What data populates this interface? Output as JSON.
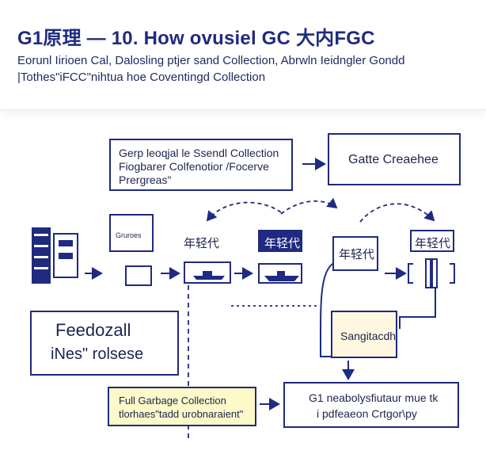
{
  "header": {
    "title": "G1原理 — 10. How ovusiel GC 大内FGC",
    "subtitle_line1": "Eorunl Iirioen Cal, Dalosling ptjer sand Collection, Abrwln Ieidngler Gondd",
    "subtitle_line2": "|Tothes\"iFCC\"nihtua hoe Coventingd Collection"
  },
  "boxes": {
    "top_left_lines": [
      "Gerp leoqjal le Ssendl Collection",
      "Fiogbarer Colfenotior /Focerve",
      "Prergreas\""
    ],
    "top_right": "Gatte Creaehee",
    "monitor_label": "Gruroes",
    "gen_label_1": "年轻代",
    "gen_label_2": "年轻代",
    "gen_label_3": "年轻代",
    "gen_label_4": "年轻代",
    "feedback_title": "Feedozall",
    "feedback_sub": "iNes\" rolsese",
    "sangitacdh": "Sangitacdh",
    "full_gc_lines": [
      "Full Garbage Collection",
      "tlorhaes\"tadd urobnaraient\""
    ],
    "bottom_right_lines": [
      "G1 neabolysfiutaur mue tk",
      "i pdfeaeon Crtgor\\py"
    ]
  },
  "colors": {
    "navy": "#1f2a80",
    "accent_fill": "#1f2a80",
    "highlight_fill": "#fdf9c8",
    "panel_fill": "#fff7e0"
  },
  "icons": [
    "server-rack-icon",
    "monitor-icon",
    "ship-icon",
    "container-icon"
  ]
}
